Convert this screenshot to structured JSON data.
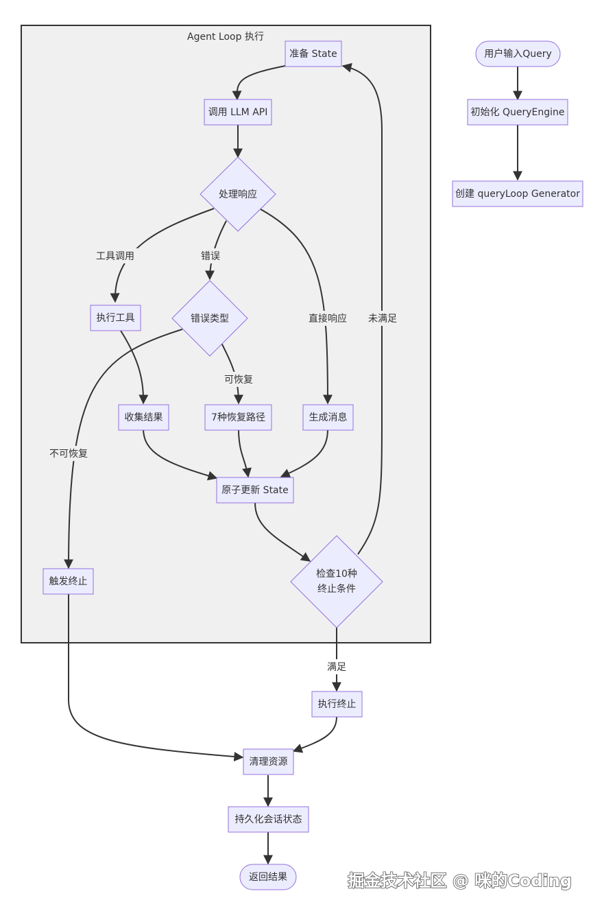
{
  "subgraph": {
    "title": "Agent Loop 执行"
  },
  "nodes": {
    "user_input": "用户输入Query",
    "init_engine": "初始化 QueryEngine",
    "create_generator": "创建 queryLoop Generator",
    "prepare_state": "准备 State",
    "call_llm": "调用 LLM API",
    "process_response": "处理响应",
    "exec_tool": "执行工具",
    "error_type": "错误类型",
    "collect_result": "收集结果",
    "recover_paths": "7种恢复路径",
    "gen_message": "生成消息",
    "atomic_update": "原子更新 State",
    "check_term_line1": "检查10种",
    "check_term_line2": "终止条件",
    "trigger_term": "触发终止",
    "exec_term": "执行终止",
    "cleanup": "清理资源",
    "persist": "持久化会话状态",
    "return_result": "返回结果"
  },
  "edge_labels": {
    "tool_call": "工具调用",
    "error": "错误",
    "direct": "直接响应",
    "not_met": "未满足",
    "recoverable": "可恢复",
    "unrecoverable": "不可恢复",
    "met": "满足"
  },
  "watermark": "掘金技术社区 @ 咪的Coding"
}
